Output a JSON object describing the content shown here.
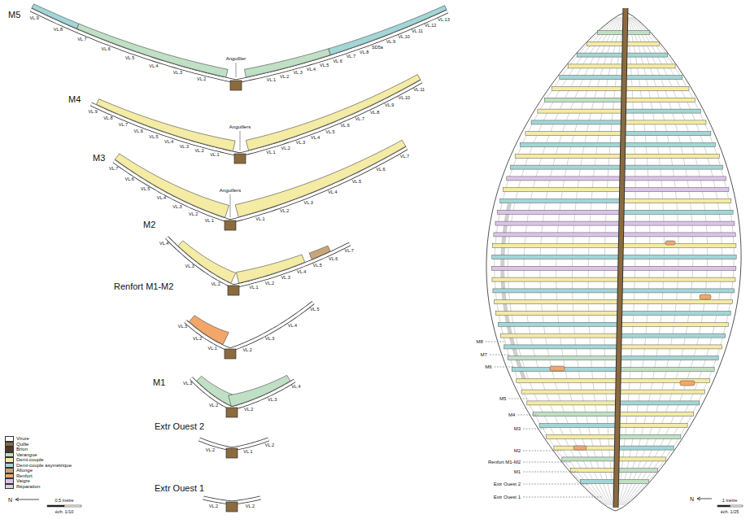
{
  "diagram": {
    "labels": [
      "M5",
      "Anguillier",
      "VL.9",
      "VL.8",
      "VL.7",
      "VL.6",
      "VL.5",
      "VL.4",
      "VL.3",
      "VL.2",
      "VL.1",
      "VL.2",
      "VL.3",
      "VL.4",
      "VL.5",
      "VL.6",
      "VL.7",
      "VL.8",
      "SD5a",
      "VL.9",
      "VL.10",
      "VL.11",
      "VL.12",
      "VL.13",
      "M4",
      "Anguillers",
      "VL.9",
      "VL.8",
      "VL.7",
      "VL.6",
      "VL.5",
      "VL.4",
      "VL.3",
      "VL.2",
      "VL.1",
      "VL.1",
      "VL.2",
      "VL.3",
      "VL.4",
      "VL.5",
      "VL.6",
      "VL.7",
      "VL.8",
      "VL.9",
      "VL.10",
      "VL.11",
      "M3",
      "Anguillers",
      "VL.7",
      "VL.6",
      "VL.5",
      "VL.4",
      "VL.3",
      "VL.2",
      "VL.1",
      "VL.1",
      "VL.2",
      "VL.3",
      "VL.4",
      "VL.5",
      "VL.6",
      "VL.7",
      "M2",
      "VL.4",
      "VL.3",
      "VL.2",
      "VL.1",
      "VL.2",
      "VL.3",
      "VL.4",
      "VL.5",
      "VL.6",
      "VL.7",
      "Renfort M1-M2",
      "VL.3",
      "VL.2",
      "VL.1",
      "VL.2",
      "VL.3",
      "VL.4",
      "VL.5",
      "M1",
      "VL.3",
      "VL.2",
      "VL.2",
      "VL.3",
      "VL.4",
      "Extr Ouest 2",
      "VL.2",
      "VL.1",
      "VL.2",
      "Extr Ouest 1",
      "VL.2",
      "VL.2",
      "M8",
      "M7",
      "M6",
      "M5",
      "M4",
      "M3",
      "M2",
      "Renfort M1-M2",
      "M1",
      "Extr Ouest 2",
      "Extr Ouest 1",
      "N",
      "0,5 mètre",
      "éch. 1/10",
      "N",
      "1 mètre",
      "éch. 1/25"
    ],
    "legend": [
      {
        "text": "Virure",
        "color": "#ffffff"
      },
      {
        "text": "Quille",
        "color": "#8b6a3e"
      },
      {
        "text": "Brion",
        "color": "#4e3b2a"
      },
      {
        "text": "Varangue",
        "color": "#bfe0c4"
      },
      {
        "text": "Demi-couple",
        "color": "#f4eba4"
      },
      {
        "text": "Demi-couple asymétrique",
        "color": "#a3d6d6"
      },
      {
        "text": "Allonge",
        "color": "#c9a57a"
      },
      {
        "text": "Renfort",
        "color": "#f2a66a"
      },
      {
        "text": "Vaigre",
        "color": "#dcc3ea"
      },
      {
        "text": "Réparation",
        "color": "#d6d6d6"
      }
    ]
  }
}
